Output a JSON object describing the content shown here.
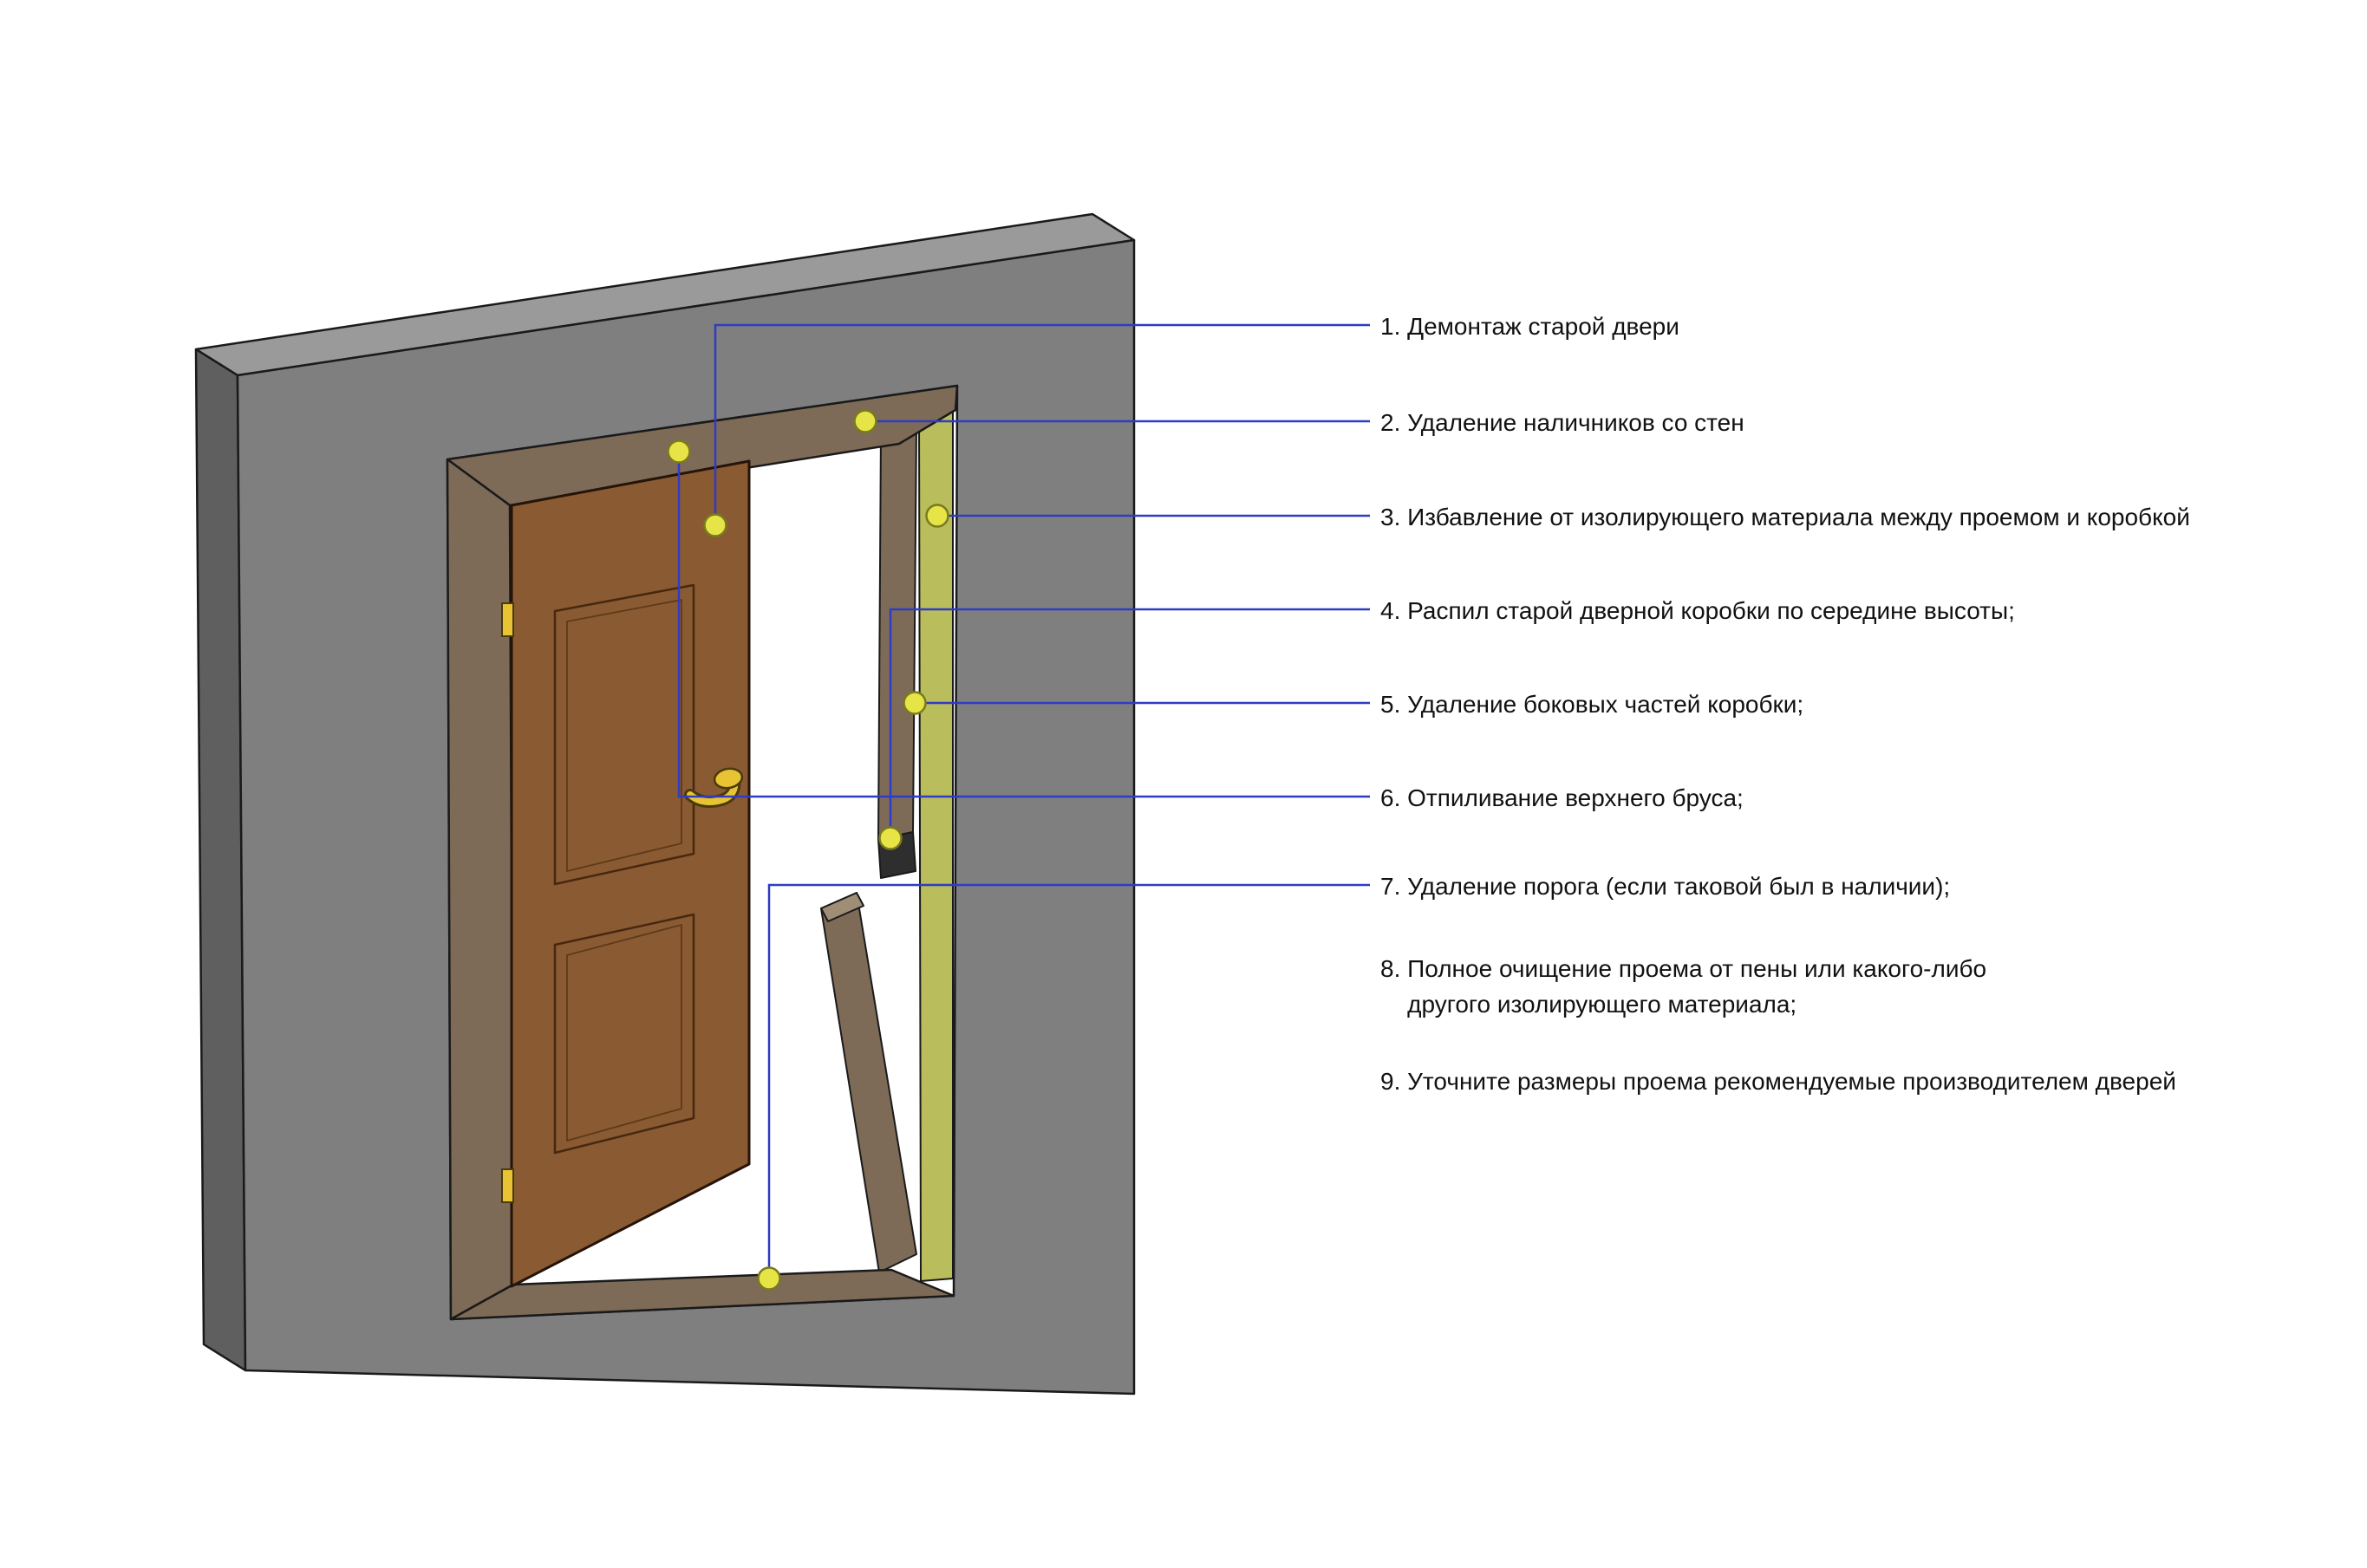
{
  "figure": {
    "subject": "door-frame-removal-steps-diagram",
    "language": "ru"
  },
  "steps": [
    "1. Демонтаж старой двери",
    "2. Удаление наличников со стен",
    "3. Избавление от изолирующего материала между проемом и коробкой",
    "4. Распил старой дверной коробки по середине высоты;",
    "5. Удаление боковых частей коробки;",
    "6. Отпиливание верхнего бруса;",
    "7. Удаление порога (если таковой был в наличии);",
    "8. Полное очищение проема от пены или какого-либо\n    другого изолирующего материала;",
    "9. Уточните размеры проема рекомендуемые производителем дверей"
  ],
  "colors": {
    "background": "#ffffff",
    "wall_front": "#7f7f7f",
    "wall_top": "#9a9a9a",
    "wall_side": "#5f5f5f",
    "frame_wood": "#7d6b58",
    "door_wood": "#8a5a33",
    "insulation": "#b9bd5c",
    "cut_end": "#2e2e2e",
    "marker_fill": "#e6e446",
    "marker_stroke": "#7a7a1e",
    "leader_line": "#2f3cc3",
    "hardware_gold": "#e8c435",
    "outline": "#1a1a1a",
    "text": "#111111"
  }
}
